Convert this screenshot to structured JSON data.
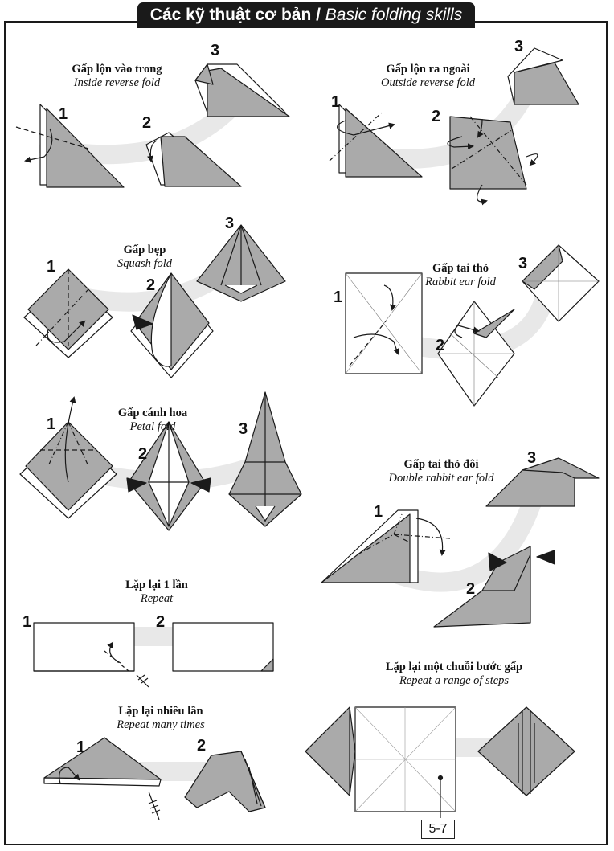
{
  "title": {
    "vi": "Các kỹ thuật cơ bản",
    "sep": " / ",
    "en": "Basic folding skills"
  },
  "sections": [
    {
      "id": "inside-reverse",
      "vi": "Gấp lộn vào trong",
      "en": "Inside reverse fold",
      "steps": [
        "1",
        "2",
        "3"
      ]
    },
    {
      "id": "outside-reverse",
      "vi": "Gấp lộn ra ngoài",
      "en": "Outside reverse fold",
      "steps": [
        "1",
        "2",
        "3"
      ]
    },
    {
      "id": "squash",
      "vi": "Gấp bẹp",
      "en": "Squash fold",
      "steps": [
        "1",
        "2",
        "3"
      ]
    },
    {
      "id": "rabbit-ear",
      "vi": "Gấp tai thỏ",
      "en": "Rabbit ear fold",
      "steps": [
        "1",
        "2",
        "3"
      ]
    },
    {
      "id": "petal",
      "vi": "Gấp cánh hoa",
      "en": "Petal fold",
      "steps": [
        "1",
        "2",
        "3"
      ]
    },
    {
      "id": "double-rabbit-ear",
      "vi": "Gấp tai thỏ đôi",
      "en": "Double rabbit ear fold",
      "steps": [
        "1",
        "2",
        "3"
      ]
    },
    {
      "id": "repeat",
      "vi": "Lặp lại 1 lần",
      "en": "Repeat",
      "steps": [
        "1",
        "2"
      ]
    },
    {
      "id": "repeat-many",
      "vi": "Lặp lại nhiều lần",
      "en": "Repeat many times",
      "steps": [
        "1",
        "2"
      ]
    },
    {
      "id": "repeat-range",
      "vi": "Lặp lại một chuỗi bước gấp",
      "en": "Repeat a range of steps",
      "step_ref": "5-7"
    }
  ],
  "colors": {
    "paper_gray": "#aaaaaa",
    "paper_white": "#ffffff",
    "line": "#1a1a1a",
    "path_band": "#e8e8e8",
    "title_bg": "#1a1a1a",
    "title_fg": "#ffffff"
  }
}
